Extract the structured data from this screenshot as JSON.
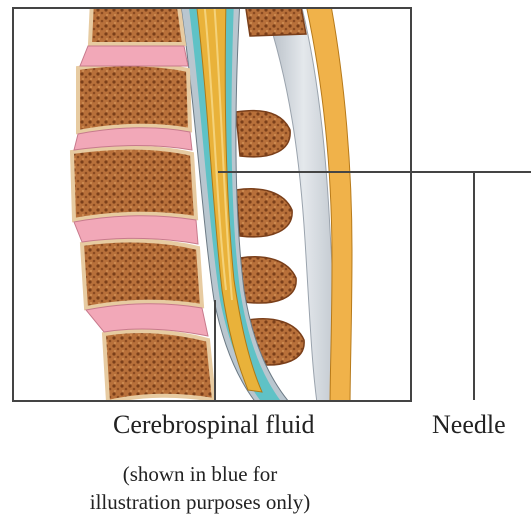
{
  "labels": {
    "csf": "Cerebrospinal fluid",
    "needle": "Needle",
    "note_line1": "(shown in blue for",
    "note_line2": "illustration purposes only)"
  },
  "colors": {
    "vertebra": "#b56a2e",
    "vertebra_edge": "#e7cba1",
    "disc": "#f2a8b8",
    "spinal_cord": "#e9b23a",
    "csf": "#5fc2c6",
    "ligament": "#c9cfd6",
    "outline": "#444444"
  }
}
